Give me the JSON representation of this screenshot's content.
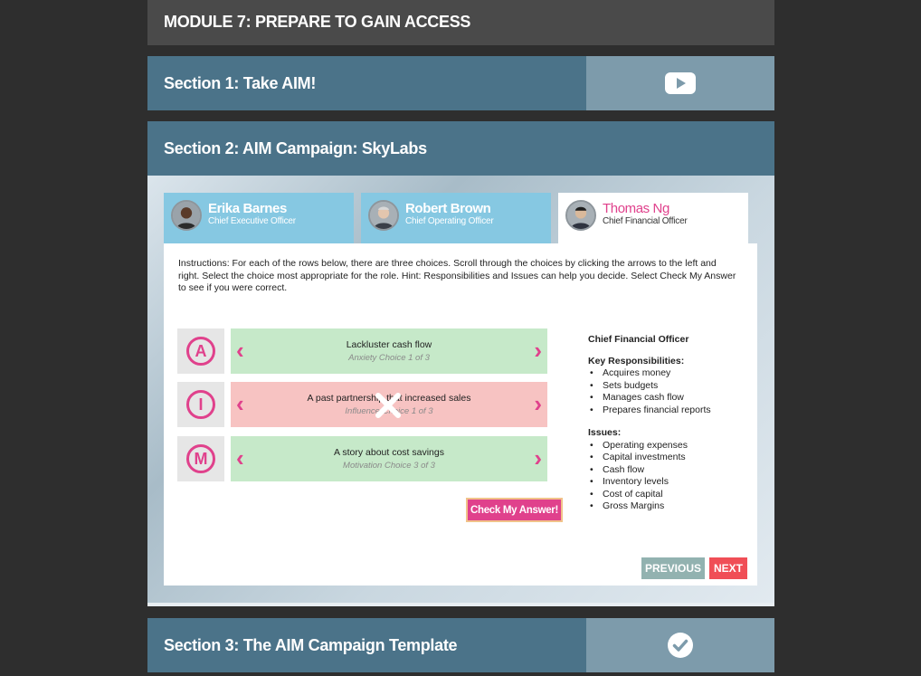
{
  "module": {
    "title": "MODULE 7: PREPARE TO GAIN ACCESS"
  },
  "sections": [
    {
      "label": "Section 1: Take AIM!",
      "icon": "youtube-play-icon"
    },
    {
      "label": "Section 2: AIM Campaign: SkyLabs"
    },
    {
      "label": "Section 3: The AIM Campaign Template",
      "icon": "check-circle-icon"
    }
  ],
  "tabs": [
    {
      "name": "Erika Barnes",
      "role": "Chief Executive Officer"
    },
    {
      "name": "Robert Brown",
      "role": "Chief Operating Officer"
    },
    {
      "name": "Thomas Ng",
      "role": "Chief Financial Officer",
      "active": true
    }
  ],
  "instructions": "Instructions: For each of the rows below, there are three choices. Scroll through the choices by clicking the arrows to the left and right. Select the choice most appropriate for the role. Hint: Responsibilities and Issues can help you decide. Select Check My Answer to see if you were correct.",
  "rows": [
    {
      "letter": "A",
      "text": "Lackluster cash flow",
      "sub": "Anxiety Choice 1 of 3",
      "status": "correct"
    },
    {
      "letter": "I",
      "text": "A past partnership that increased sales",
      "sub": "Influence Choice 1 of 3",
      "status": "wrong"
    },
    {
      "letter": "M",
      "text": "A story about cost savings",
      "sub": "Motivation Choice 3 of 3",
      "status": "correct"
    }
  ],
  "check_button": "Check My Answer!",
  "info": {
    "title": "Chief Financial Officer",
    "responsibilities_label": "Key Responsibilities:",
    "responsibilities": [
      "Acquires money",
      "Sets budgets",
      "Manages cash flow",
      "Prepares financial reports"
    ],
    "issues_label": "Issues:",
    "issues": [
      "Operating expenses",
      "Capital investments",
      "Cash flow",
      "Inventory levels",
      "Cost of capital",
      "Gross Margins"
    ]
  },
  "nav": {
    "previous": "PREVIOUS",
    "next": "NEXT"
  },
  "colors": {
    "accent": "#e0418c",
    "section": "#4b7389",
    "correct": "#c6e9c9",
    "wrong": "#f7c3c2",
    "next": "#f04e56"
  }
}
